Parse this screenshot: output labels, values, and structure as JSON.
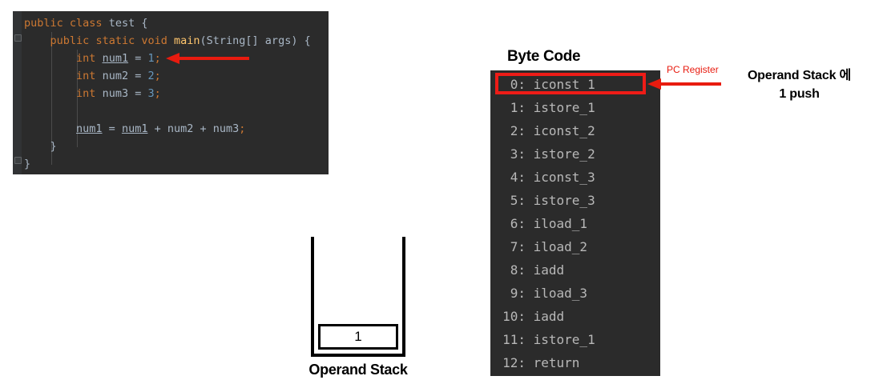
{
  "editor": {
    "name": "java-source-editor",
    "background": "#2b2b2b",
    "colors": {
      "keyword": "#cc7832",
      "method": "#ffc66d",
      "number": "#6897bb",
      "identifier": "#a9b7c6",
      "background": "#2b2b2b",
      "gutter": "#313335"
    },
    "lines": [
      {
        "tokens": [
          {
            "t": "public",
            "c": "kw"
          },
          {
            "t": " ",
            "c": "plain"
          },
          {
            "t": "class",
            "c": "kw"
          },
          {
            "t": " ",
            "c": "plain"
          },
          {
            "t": "test",
            "c": "ident"
          },
          {
            "t": " {",
            "c": "plain"
          }
        ]
      },
      {
        "tokens": [
          {
            "t": "    ",
            "c": "plain"
          },
          {
            "t": "public",
            "c": "kw"
          },
          {
            "t": " ",
            "c": "plain"
          },
          {
            "t": "static",
            "c": "kw"
          },
          {
            "t": " ",
            "c": "plain"
          },
          {
            "t": "void",
            "c": "kw"
          },
          {
            "t": " ",
            "c": "plain"
          },
          {
            "t": "main",
            "c": "meth"
          },
          {
            "t": "(String[] args) {",
            "c": "plain"
          }
        ]
      },
      {
        "tokens": [
          {
            "t": "        ",
            "c": "plain"
          },
          {
            "t": "int",
            "c": "kw"
          },
          {
            "t": " ",
            "c": "plain"
          },
          {
            "t": "num1",
            "c": "fieldref"
          },
          {
            "t": " = ",
            "c": "plain"
          },
          {
            "t": "1",
            "c": "num"
          },
          {
            "t": ";",
            "c": "kw"
          }
        ]
      },
      {
        "tokens": [
          {
            "t": "        ",
            "c": "plain"
          },
          {
            "t": "int",
            "c": "kw"
          },
          {
            "t": " ",
            "c": "plain"
          },
          {
            "t": "num2",
            "c": "ident"
          },
          {
            "t": " = ",
            "c": "plain"
          },
          {
            "t": "2",
            "c": "num"
          },
          {
            "t": ";",
            "c": "kw"
          }
        ]
      },
      {
        "tokens": [
          {
            "t": "        ",
            "c": "plain"
          },
          {
            "t": "int",
            "c": "kw"
          },
          {
            "t": " ",
            "c": "plain"
          },
          {
            "t": "num3",
            "c": "ident"
          },
          {
            "t": " = ",
            "c": "plain"
          },
          {
            "t": "3",
            "c": "num"
          },
          {
            "t": ";",
            "c": "kw"
          }
        ]
      },
      {
        "tokens": []
      },
      {
        "tokens": [
          {
            "t": "        ",
            "c": "plain"
          },
          {
            "t": "num1",
            "c": "fieldref"
          },
          {
            "t": " = ",
            "c": "plain"
          },
          {
            "t": "num1",
            "c": "fieldref"
          },
          {
            "t": " + ",
            "c": "plain"
          },
          {
            "t": "num2",
            "c": "ident"
          },
          {
            "t": " + ",
            "c": "plain"
          },
          {
            "t": "num3",
            "c": "ident"
          },
          {
            "t": ";",
            "c": "kw"
          }
        ]
      },
      {
        "tokens": [
          {
            "t": "    }",
            "c": "plain"
          }
        ]
      },
      {
        "tokens": [
          {
            "t": "}",
            "c": "plain"
          }
        ]
      }
    ]
  },
  "code_arrow": {
    "name": "code-line-pointer-arrow",
    "color": "#e81b0f",
    "points_to": "int num1 = 1;"
  },
  "operand_stack": {
    "caption": "Operand Stack",
    "cells": [
      "1"
    ]
  },
  "bytecode": {
    "title": "Byte Code",
    "background": "#2b2b2b",
    "text_color": "#b8b8b8",
    "highlight_color": "#ee1c17",
    "highlighted_index": 0,
    "instructions": [
      {
        "index": "0",
        "op": "iconst_1"
      },
      {
        "index": "1",
        "op": "istore_1"
      },
      {
        "index": "2",
        "op": "iconst_2"
      },
      {
        "index": "3",
        "op": "istore_2"
      },
      {
        "index": "4",
        "op": "iconst_3"
      },
      {
        "index": "5",
        "op": "istore_3"
      },
      {
        "index": "6",
        "op": "iload_1"
      },
      {
        "index": "7",
        "op": "iload_2"
      },
      {
        "index": "8",
        "op": "iadd"
      },
      {
        "index": "9",
        "op": "iload_3"
      },
      {
        "index": "10",
        "op": "iadd"
      },
      {
        "index": "11",
        "op": "istore_1"
      },
      {
        "index": "12",
        "op": "return"
      }
    ]
  },
  "annotations": {
    "pc_register_label": "PC Register",
    "pc_register_color": "#e81b0f",
    "push_note_line1": "Operand Stack 에",
    "push_note_line2": "1 push"
  }
}
